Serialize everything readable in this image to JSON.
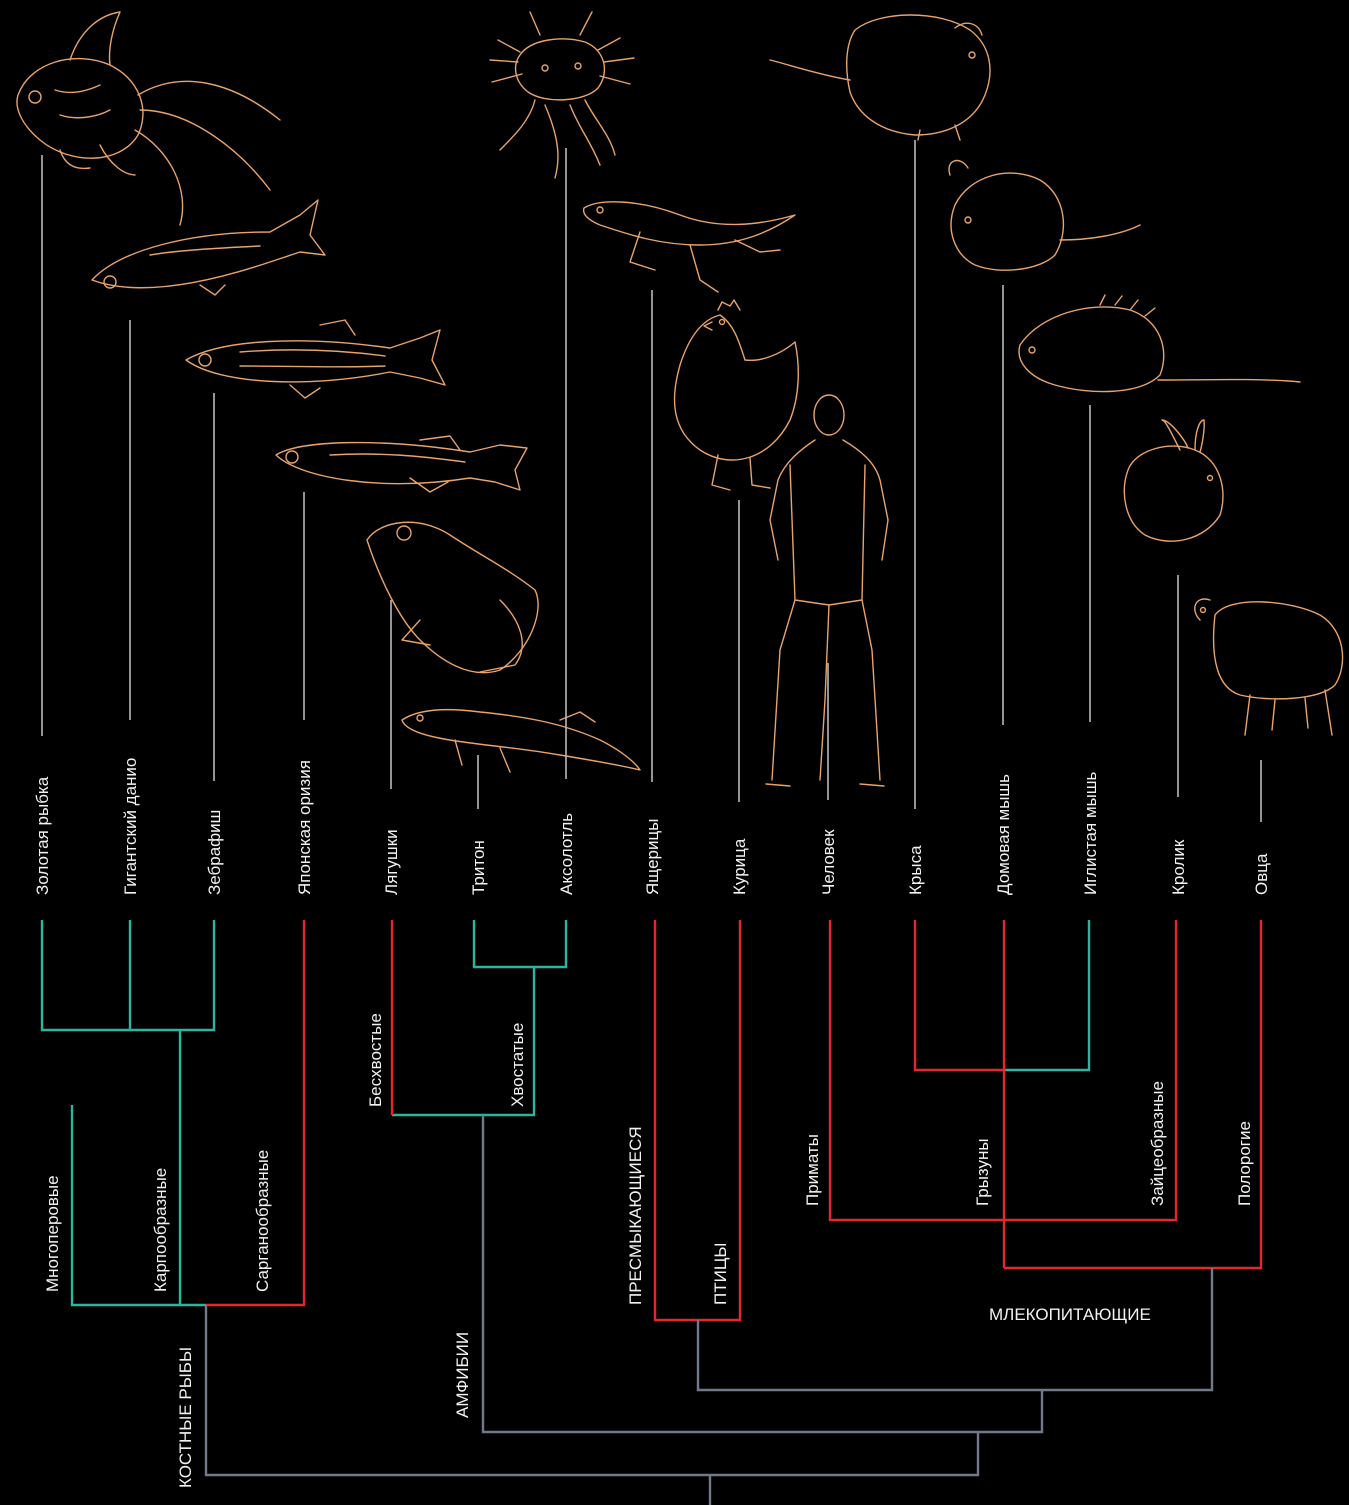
{
  "colors": {
    "background": "#000000",
    "teal": "#2bb5a0",
    "red": "#e3262f",
    "gray": "#6f7b8c",
    "leader": "#b9b9b9",
    "sketch": "#e8a36b",
    "text": "#f2f2f2"
  },
  "species": [
    {
      "id": "goldfish",
      "label": "Золотая рыбка",
      "icon": "goldfish-drawing"
    },
    {
      "id": "giant-danio",
      "label": "Гигантский данио",
      "icon": "giant-danio-drawing"
    },
    {
      "id": "zebrafish",
      "label": "Зебрафиш",
      "icon": "zebrafish-drawing"
    },
    {
      "id": "medaka",
      "label": "Японская оризия",
      "icon": "medaka-drawing"
    },
    {
      "id": "frogs",
      "label": "Лягушки",
      "icon": "frog-drawing"
    },
    {
      "id": "newt",
      "label": "Тритон",
      "icon": "newt-drawing"
    },
    {
      "id": "axolotl",
      "label": "Аксолотль",
      "icon": "axolotl-drawing"
    },
    {
      "id": "lizards",
      "label": "Ящерицы",
      "icon": "lizard-drawing"
    },
    {
      "id": "chicken",
      "label": "Курица",
      "icon": "chicken-drawing"
    },
    {
      "id": "human",
      "label": "Человек",
      "icon": "human-drawing"
    },
    {
      "id": "rat",
      "label": "Крыса",
      "icon": "rat-drawing"
    },
    {
      "id": "house-mouse",
      "label": "Домовая мышь",
      "icon": "house-mouse-drawing"
    },
    {
      "id": "spiny-mouse",
      "label": "Иглистая мышь",
      "icon": "spiny-mouse-drawing"
    },
    {
      "id": "rabbit",
      "label": "Кролик",
      "icon": "rabbit-drawing"
    },
    {
      "id": "sheep",
      "label": "Овца",
      "icon": "sheep-drawing"
    }
  ],
  "orders": {
    "polypteriformes": "Многоперовые",
    "cypriniformes": "Карпообразные",
    "beloniformes": "Сарганообразные",
    "anura": "Бесхвостые",
    "caudata": "Хвостатые",
    "primates": "Приматы",
    "rodentia": "Грызуны",
    "lagomorpha": "Зайцеобразные",
    "bovidae": "Полорогие"
  },
  "classes": {
    "bony_fish": "КОСТНЫЕ РЫБЫ",
    "amphibians": "АМФИБИИ",
    "reptiles": "ПРЕСМЫКАЮЩИЕСЯ",
    "birds": "ПТИЦЫ",
    "mammals": "МЛЕКОПИТАЮЩИЕ"
  }
}
